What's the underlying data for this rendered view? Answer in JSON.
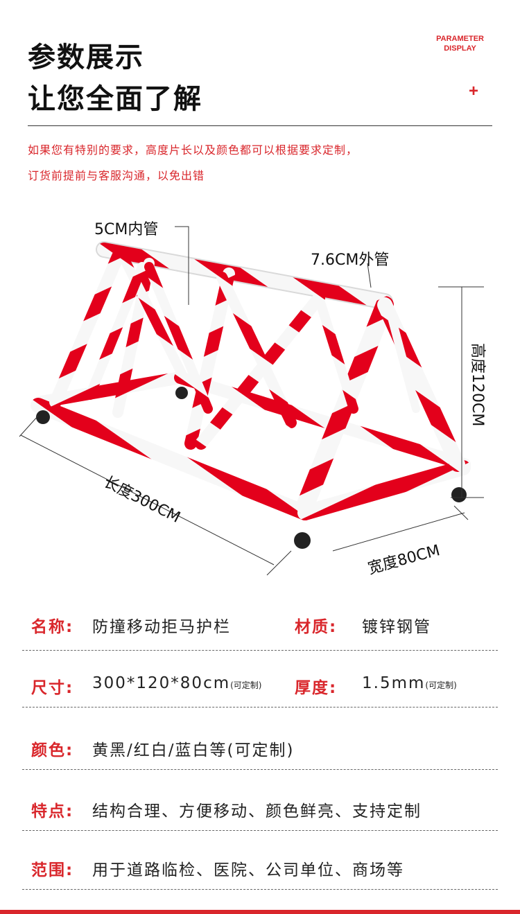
{
  "header": {
    "title_line1": "参数展示",
    "title_line2": "让您全面了解",
    "en_line1": "PARAMETER",
    "en_line2": "DISPLAY",
    "plus": "+"
  },
  "notice": {
    "line1": "如果您有特别的要求，高度片长以及颜色都可以根据要求定制，",
    "line2": "订货前提前与客服沟通，以免出错"
  },
  "diagram": {
    "inner_tube": "5CM内管",
    "outer_tube": "7.6CM外管",
    "height": "高度120CM",
    "length": "长度300CM",
    "width": "宽度80CM",
    "colors": {
      "red": "#e3001b",
      "white": "#f7f7f7"
    }
  },
  "specs": [
    {
      "key": "名称:",
      "value": "防撞移动拒马护栏",
      "key2": "材质:",
      "value2": "镀锌钢管"
    },
    {
      "key": "尺寸:",
      "value": "300*120*80cm",
      "value_note": "(可定制)",
      "key2": "厚度:",
      "value2": "1.5mm",
      "value2_note": "(可定制)"
    },
    {
      "key": "颜色:",
      "value": "黄黑/红白/蓝白等(可定制)"
    },
    {
      "key": "特点:",
      "value": "结构合理、方便移动、颜色鲜亮、支持定制"
    },
    {
      "key": "范围:",
      "value": "用于道路临检、医院、公司单位、商场等"
    }
  ],
  "theme": {
    "accent": "#d9262b"
  }
}
